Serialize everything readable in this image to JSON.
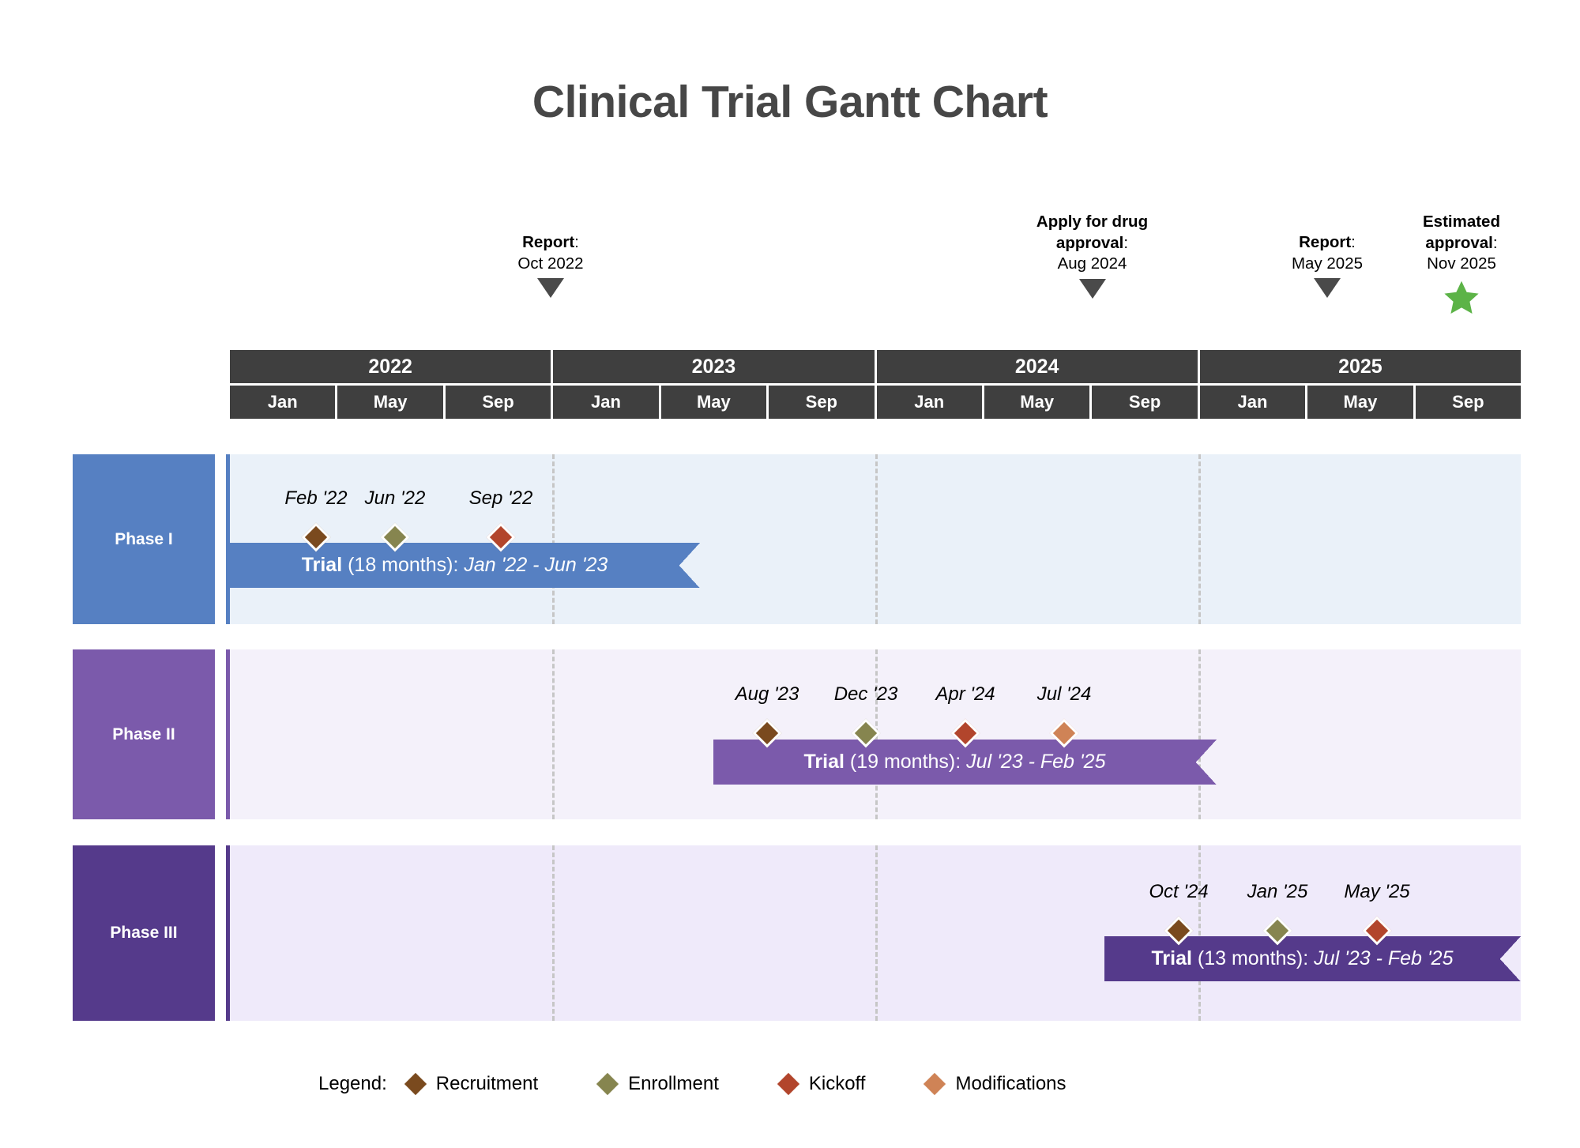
{
  "title": "Clinical Trial Gantt Chart",
  "chart_data": {
    "type": "bar",
    "title": "Clinical Trial Gantt Chart",
    "subtype": "gantt",
    "xlabel": "",
    "ylabel": "",
    "axis_start": "Jan 2022",
    "axis_end": "Dec 2025",
    "grid": "dashed vertical at year boundaries",
    "legend_position": "bottom-center",
    "years": [
      {
        "label": "2022",
        "months": [
          "Jan",
          "May",
          "Sep"
        ]
      },
      {
        "label": "2023",
        "months": [
          "Jan",
          "May",
          "Sep"
        ]
      },
      {
        "label": "2024",
        "months": [
          "Jan",
          "May",
          "Sep"
        ]
      },
      {
        "label": "2025",
        "months": [
          "Jan",
          "May",
          "Sep"
        ]
      }
    ],
    "milestones": [
      {
        "label": "Report",
        "date": "Oct 2022",
        "marker": "triangle-down",
        "color": "#4a4a4a"
      },
      {
        "label": "Apply for drug approval",
        "date": "Aug 2024",
        "marker": "triangle-down",
        "color": "#4a4a4a"
      },
      {
        "label": "Report",
        "date": "May 2025",
        "marker": "triangle-down",
        "color": "#4a4a4a"
      },
      {
        "label": "Estimated approval",
        "date": "Nov 2025",
        "marker": "star",
        "color": "#5cb347"
      }
    ],
    "rows": [
      {
        "phase": "Phase I",
        "color": "#5680c2",
        "band_color": "#eaf1f9",
        "bar": {
          "name": "Trial",
          "duration": "(18 months)",
          "range": "Jan '22 - Jun '23",
          "start": "Jan 2022",
          "end": "Jun 2023",
          "months": 18
        },
        "events": [
          {
            "label": "Feb '22",
            "category": "Recruitment",
            "color": "#7a4a1e"
          },
          {
            "label": "Jun '22",
            "category": "Enrollment",
            "color": "#86854f"
          },
          {
            "label": "Sep '22",
            "category": "Kickoff",
            "color": "#b2452c"
          }
        ]
      },
      {
        "phase": "Phase II",
        "color": "#7b5aab",
        "band_color": "#f4f1fa",
        "bar": {
          "name": "Trial",
          "duration": "(19 months)",
          "range": "Jul '23 - Feb '25",
          "start": "Jul 2023",
          "end": "Feb 2025",
          "months": 19
        },
        "events": [
          {
            "label": "Aug '23",
            "category": "Recruitment",
            "color": "#7a4a1e"
          },
          {
            "label": "Dec '23",
            "category": "Enrollment",
            "color": "#86854f"
          },
          {
            "label": "Apr '24",
            "category": "Kickoff",
            "color": "#b2452c"
          },
          {
            "label": "Jul '24",
            "category": "Modifications",
            "color": "#cf8356"
          }
        ]
      },
      {
        "phase": "Phase III",
        "color": "#553a8b",
        "band_color": "#efeafa",
        "bar": {
          "name": "Trial",
          "duration": "(13 months)",
          "range": "Jul '23 - Feb '25",
          "start": "Oct 2024",
          "end": "Dec 2025",
          "months": 13
        },
        "events": [
          {
            "label": "Oct '24",
            "category": "Recruitment",
            "color": "#7a4a1e"
          },
          {
            "label": "Jan '25",
            "category": "Enrollment",
            "color": "#86854f"
          },
          {
            "label": "May '25",
            "category": "Kickoff",
            "color": "#b2452c"
          }
        ]
      }
    ],
    "legend": {
      "title": "Legend:",
      "items": [
        {
          "label": "Recruitment",
          "color": "#7a4a1e"
        },
        {
          "label": "Enrollment",
          "color": "#86854f"
        },
        {
          "label": "Kickoff",
          "color": "#b2452c"
        },
        {
          "label": "Modifications",
          "color": "#cf8356"
        }
      ]
    }
  }
}
